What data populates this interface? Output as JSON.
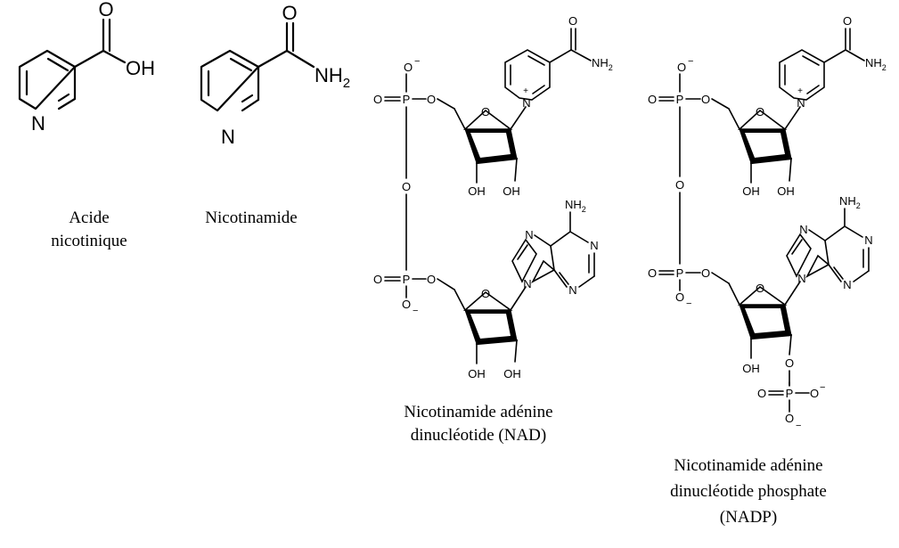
{
  "atoms": {
    "O": "O",
    "OH": "OH",
    "N": "N",
    "NH2": "NH",
    "sub2": "2",
    "P": "P",
    "minus": "−",
    "plus": "+"
  },
  "captions": {
    "nicotinic_acid": [
      "Acide",
      "nicotinique"
    ],
    "nicotinamide": [
      "Nicotinamide"
    ],
    "nad": [
      "Nicotinamide adénine",
      "dinucléotide (NAD)"
    ],
    "nadp": [
      "Nicotinamide adénine",
      "dinucléotide phosphate",
      "(NADP)"
    ]
  }
}
